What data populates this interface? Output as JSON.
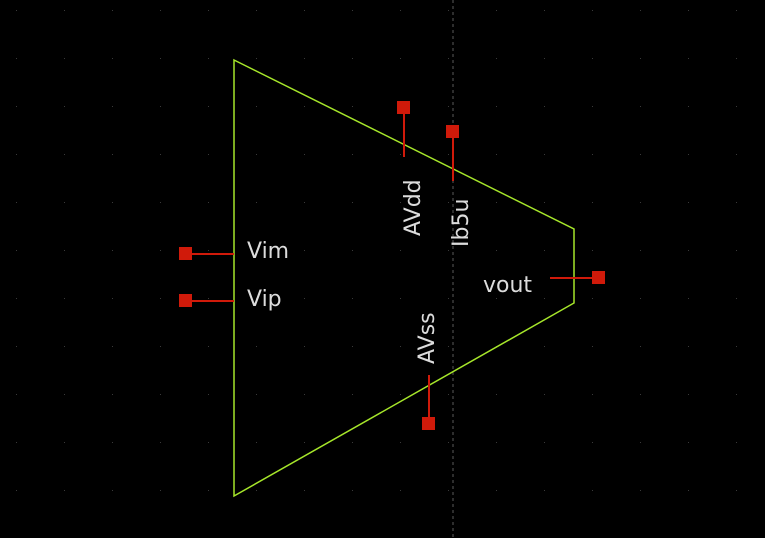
{
  "symbol": {
    "outline_color": "#a6e62a",
    "pin_color": "#d01a0a",
    "label_color": "#dcdcdc",
    "grid_dot_color": "#3a3a3a",
    "center_line_color": "#5a5a5a",
    "background": "#000000"
  },
  "pins": {
    "vim": "Vim",
    "vip": "Vip",
    "avdd": "AVdd",
    "ib5u": "Ib5u",
    "avss": "AVss",
    "vout": "vout"
  }
}
